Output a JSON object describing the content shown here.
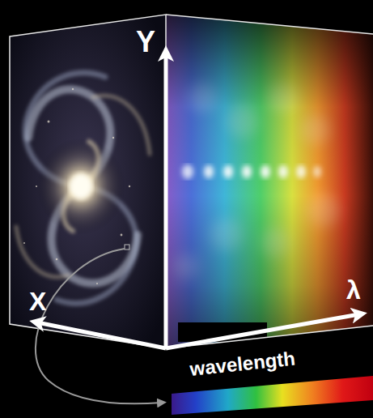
{
  "diagram": {
    "labels": [
      "Y",
      "X",
      "λ",
      "wavelength"
    ]
  }
}
